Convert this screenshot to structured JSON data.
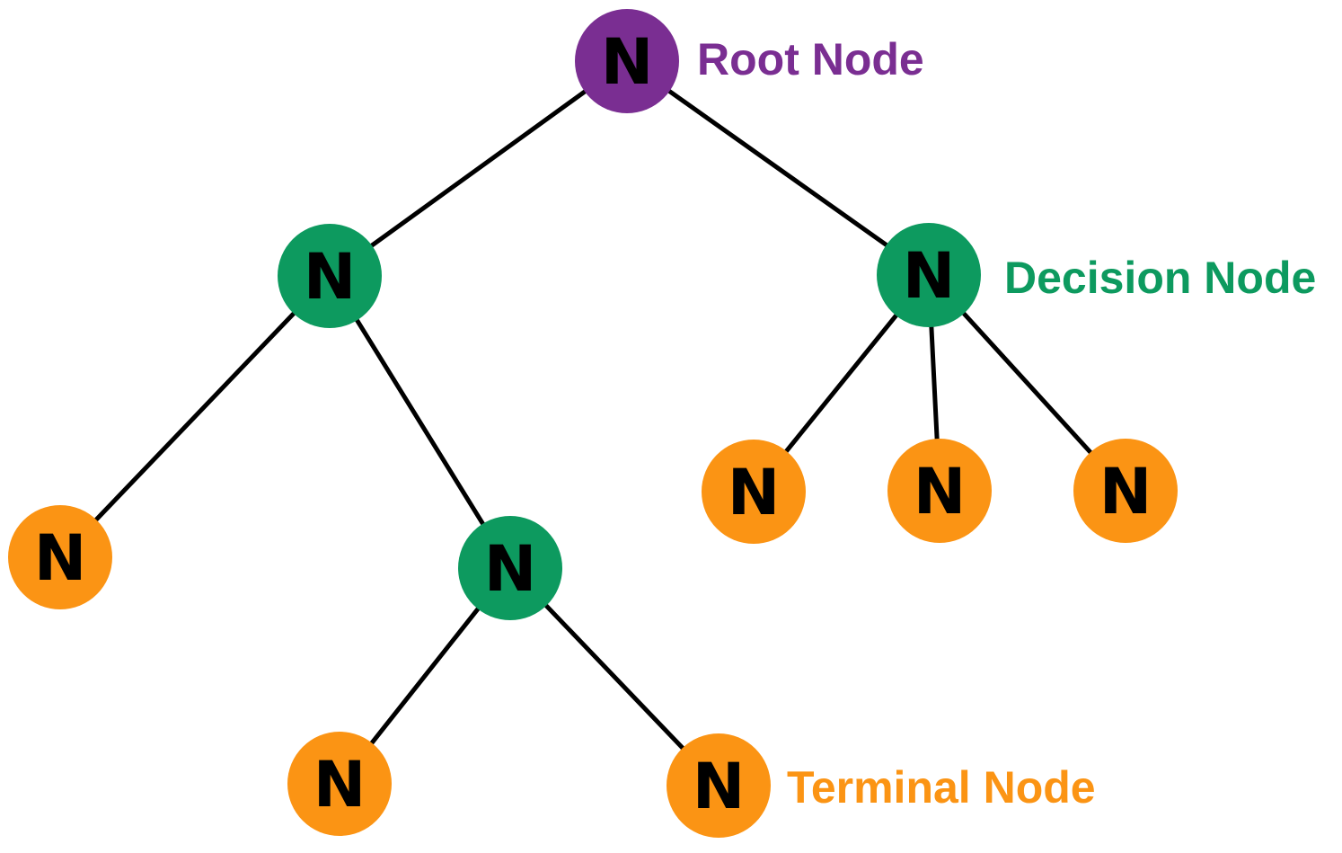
{
  "colors": {
    "root": "#7a2e92",
    "decision": "#0d9a5f",
    "terminal": "#fb9414",
    "edge": "#000000",
    "node_text": "#000000"
  },
  "nodes": [
    {
      "id": "root",
      "type": "root",
      "letter": "N"
    },
    {
      "id": "d-left",
      "type": "decision",
      "letter": "N"
    },
    {
      "id": "d-right",
      "type": "decision",
      "letter": "N"
    },
    {
      "id": "t-left",
      "type": "terminal",
      "letter": "N"
    },
    {
      "id": "d-mid",
      "type": "decision",
      "letter": "N"
    },
    {
      "id": "t-r1",
      "type": "terminal",
      "letter": "N"
    },
    {
      "id": "t-r2",
      "type": "terminal",
      "letter": "N"
    },
    {
      "id": "t-r3",
      "type": "terminal",
      "letter": "N"
    },
    {
      "id": "t-b1",
      "type": "terminal",
      "letter": "N"
    },
    {
      "id": "t-b2",
      "type": "terminal",
      "letter": "N"
    }
  ],
  "edges": [
    {
      "from": "root",
      "to": "d-left"
    },
    {
      "from": "root",
      "to": "d-right"
    },
    {
      "from": "d-left",
      "to": "t-left"
    },
    {
      "from": "d-left",
      "to": "d-mid"
    },
    {
      "from": "d-right",
      "to": "t-r1"
    },
    {
      "from": "d-right",
      "to": "t-r2"
    },
    {
      "from": "d-right",
      "to": "t-r3"
    },
    {
      "from": "d-mid",
      "to": "t-b1"
    },
    {
      "from": "d-mid",
      "to": "t-b2"
    }
  ],
  "labels": {
    "root": "Root Node",
    "decision": "Decision Node",
    "terminal": "Terminal Node"
  }
}
